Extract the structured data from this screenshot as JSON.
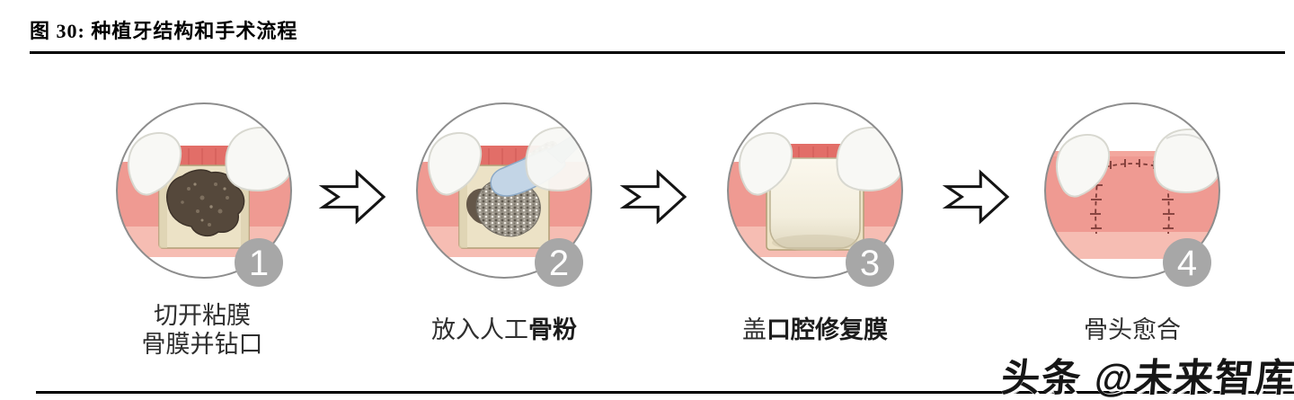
{
  "figure_title": "图 30: 种植牙结构和手术流程",
  "watermark": "头条 @未来智库",
  "steps": [
    {
      "number": "1",
      "illustration": "bone-defect-drilled",
      "caption_lines": [
        {
          "segments": [
            {
              "text": "切开粘膜",
              "bold": false
            }
          ]
        },
        {
          "segments": [
            {
              "text": "骨膜并钻口",
              "bold": false
            }
          ]
        }
      ]
    },
    {
      "number": "2",
      "illustration": "filling-artificial-bone-powder",
      "caption_lines": [
        {
          "segments": [
            {
              "text": "放入人工",
              "bold": false
            },
            {
              "text": "骨粉",
              "bold": true
            }
          ]
        }
      ]
    },
    {
      "number": "3",
      "illustration": "cover-oral-repair-membrane",
      "caption_lines": [
        {
          "segments": [
            {
              "text": "盖",
              "bold": false
            },
            {
              "text": "口腔修复膜",
              "bold": true
            }
          ]
        }
      ]
    },
    {
      "number": "4",
      "illustration": "bone-healed-sutures",
      "caption_lines": [
        {
          "segments": [
            {
              "text": "骨头愈合",
              "bold": false
            }
          ]
        }
      ]
    }
  ],
  "colors": {
    "gum_pink": "#ef9a92",
    "gum_light": "#f6bdb3",
    "gum_ridge": "#e26e68",
    "bone_cream": "#ece2c6",
    "bone_edge": "#b19f77",
    "defect_brown": "#55483b",
    "granule_base": "#9b958a",
    "spatula_blue": "#c3d5e6",
    "spatula_handle": "#3c5f86",
    "tooth_white": "#f8f8f5",
    "badge_gray": "#a7a7a7",
    "suture_red": "#7d3b37",
    "ring_gray": "#8d8d8d",
    "arrow_black": "#141414"
  }
}
